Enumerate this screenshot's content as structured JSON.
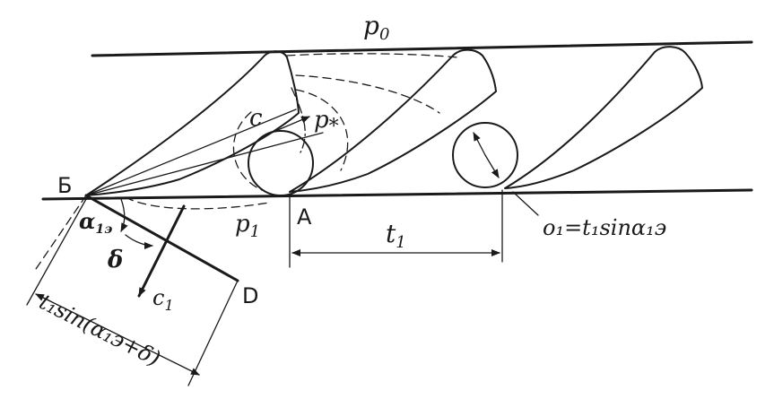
{
  "labels": {
    "p0": "p",
    "p0_sub": "0",
    "p_star": "p",
    "p_star_sub": "*",
    "p1": "p",
    "p1_sub": "1",
    "c": "c",
    "B": "Б",
    "A": "A",
    "D": "D",
    "alpha": "α",
    "alpha_sub": "1э",
    "delta": "δ",
    "c1": "c",
    "c1_sub": "1",
    "t1": "t",
    "t1_sub": "1",
    "o1_formula": "o₁=t₁sinα₁э",
    "bottom_formula": "t₁sin(α₁э+δ)"
  }
}
